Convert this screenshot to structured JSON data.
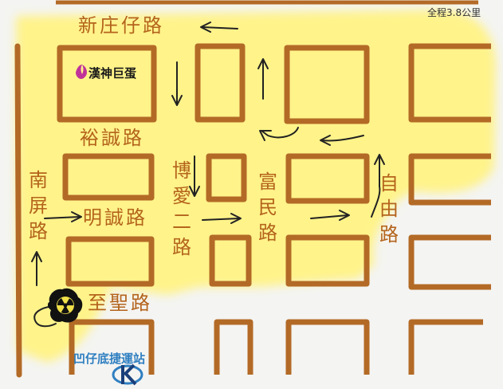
{
  "distance": "全程3.8公里",
  "landmark": {
    "name": "漢神巨蛋",
    "color": "#c0329a"
  },
  "streets": {
    "xinzhuang": "新庄仔路",
    "yucheng": "裕誠路",
    "mingcheng": "明誠路",
    "zhisheng": "至聖路",
    "nanping": [
      "南",
      "屏",
      "路"
    ],
    "boai": [
      "博",
      "愛",
      "二",
      "路"
    ],
    "fumin": [
      "富",
      "民",
      "路"
    ],
    "ziyou": [
      "自",
      "由",
      "路"
    ]
  },
  "station": {
    "name": "凹仔底捷運站",
    "color": "#2f7fc1",
    "icon": "kmrt-logo"
  },
  "start_icon": "radiation-icon",
  "colors": {
    "highlight": "#fff38a",
    "road": "#b36a26",
    "text": "#b4641c"
  }
}
